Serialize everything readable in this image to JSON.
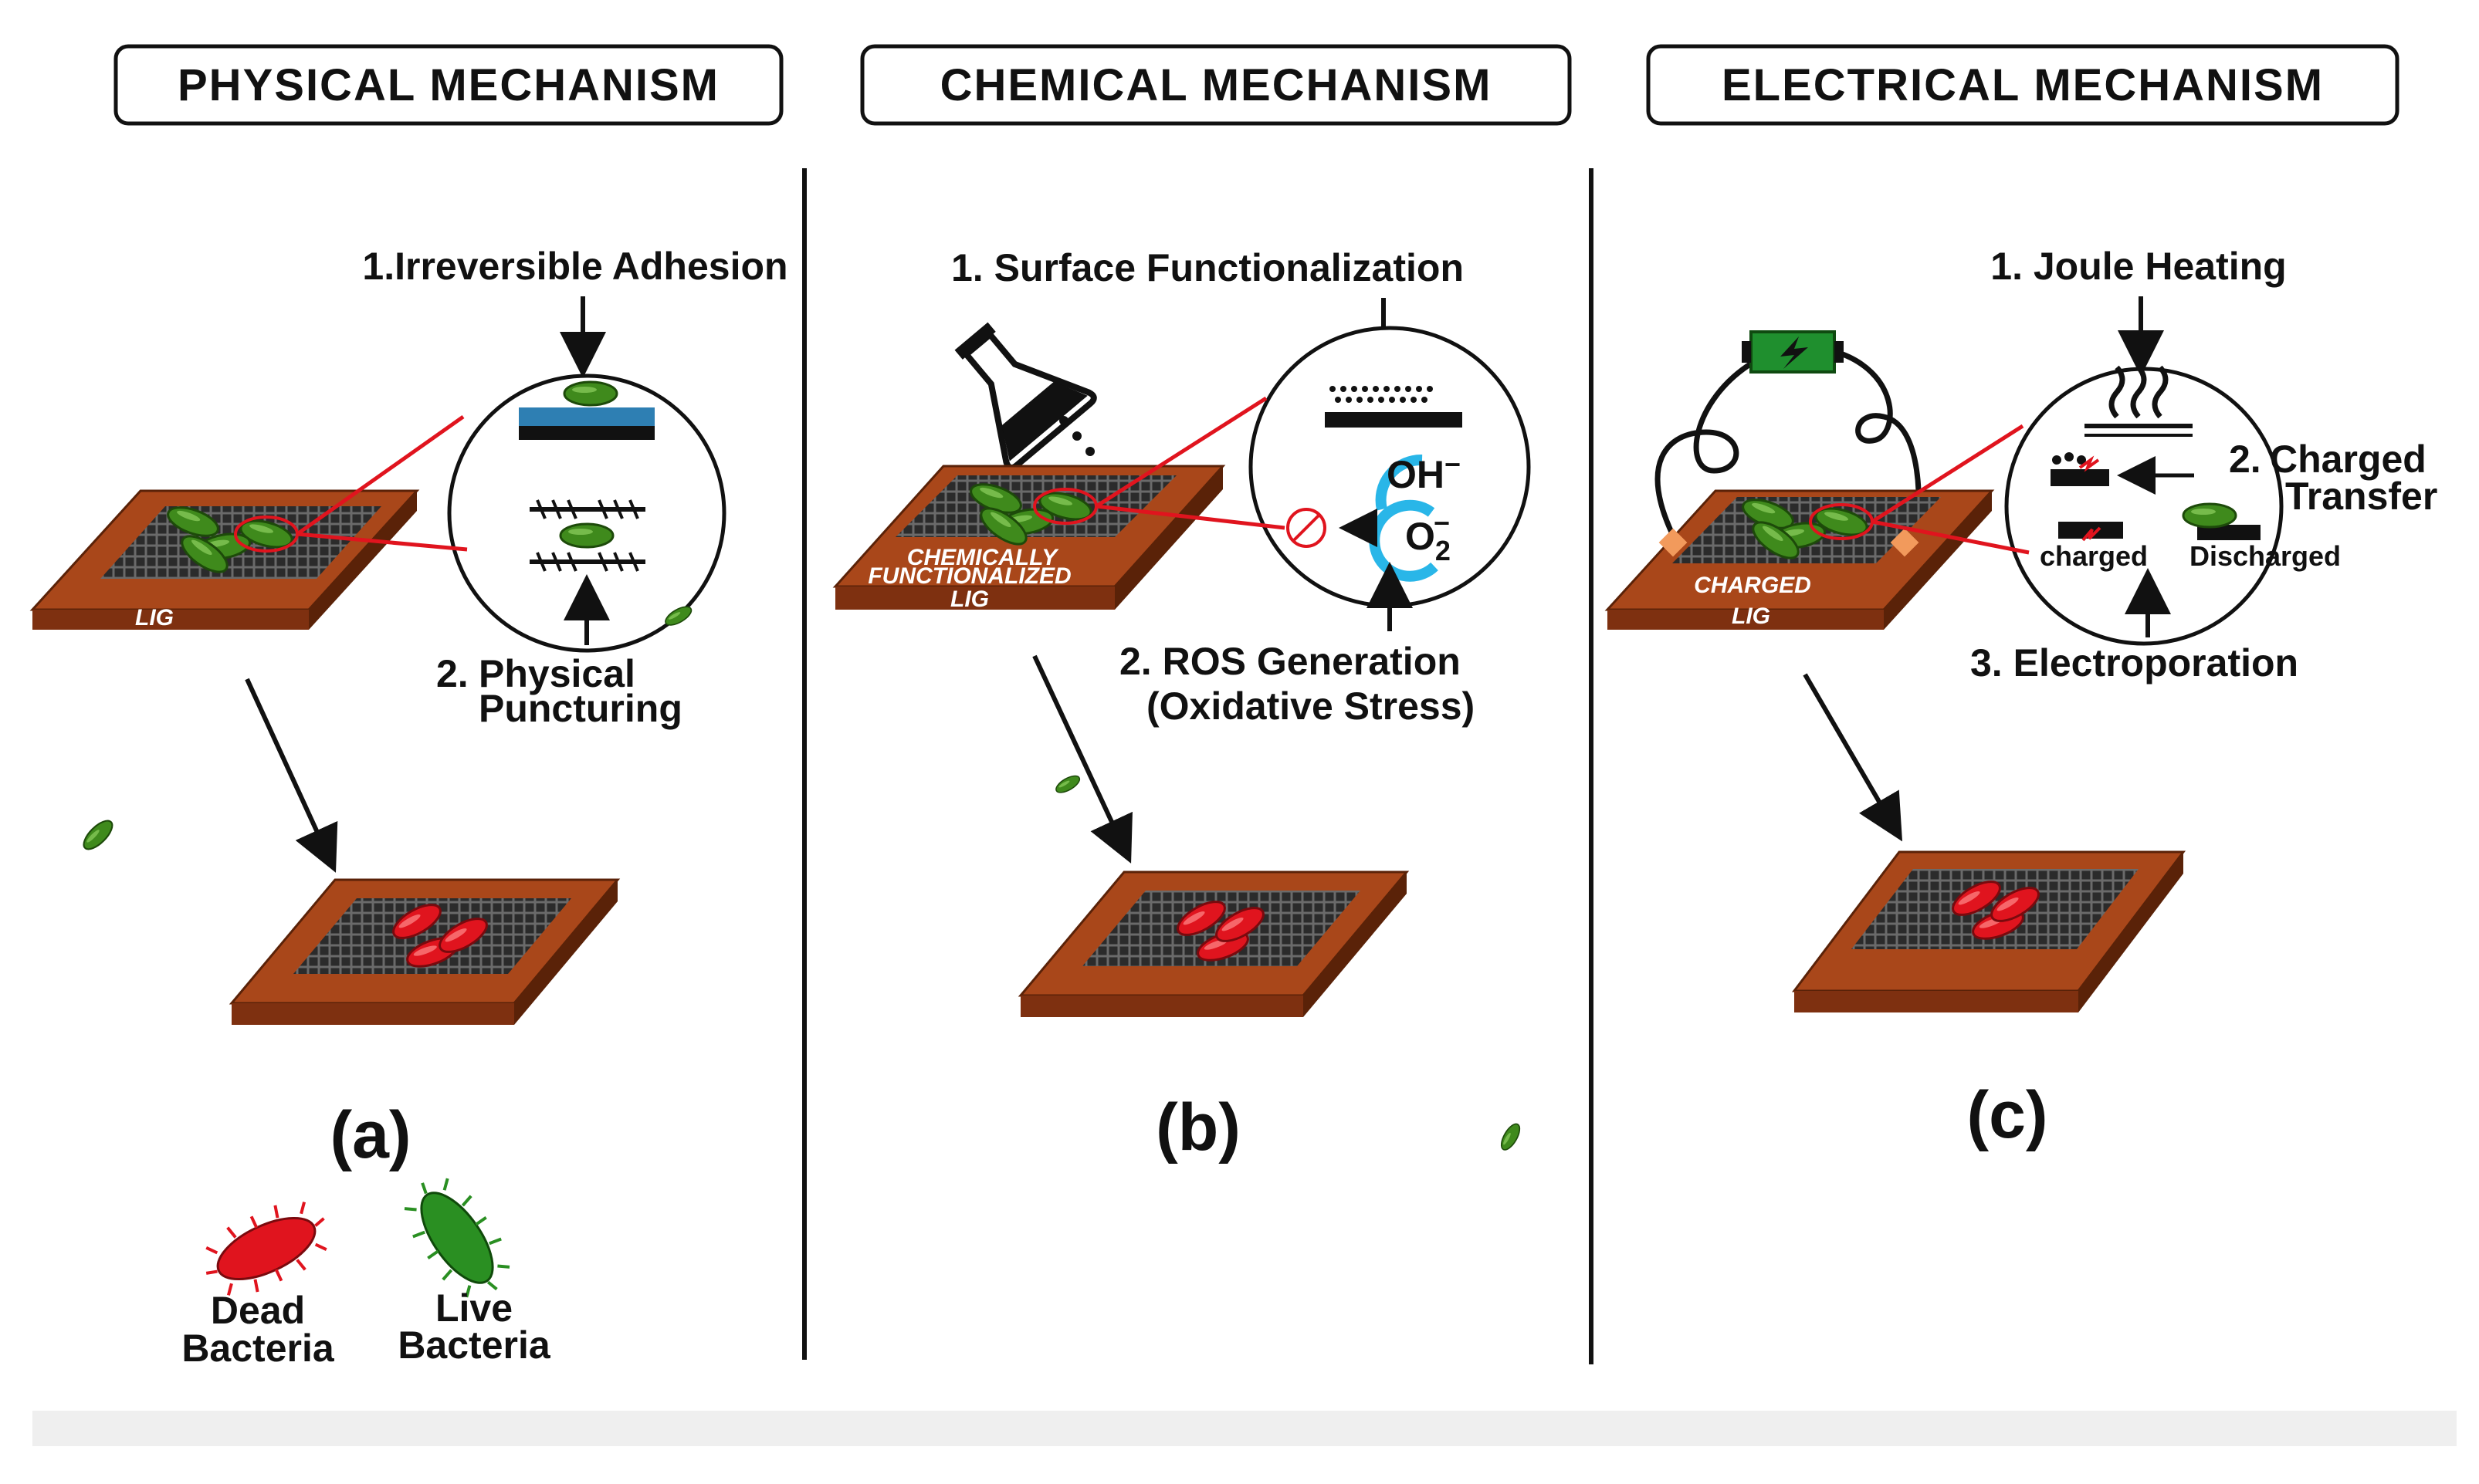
{
  "panels": [
    {
      "header": "PHYSICAL MECHANISM",
      "steps": [
        "1.Irreversible Adhesion",
        "2.",
        "Physical",
        "Puncturing"
      ],
      "surface": [
        "LIG"
      ],
      "letter": "(a)"
    },
    {
      "header": "CHEMICAL MECHANISM",
      "steps": [
        "1. Surface Functionalization",
        "2. ROS Generation",
        "(Oxidative Stress)"
      ],
      "species": {
        "oh": "OH",
        "oh_sup": "−",
        "o2": "O",
        "o2_sub": "2",
        "o2_sup": "−"
      },
      "surface": [
        "CHEMICALLY",
        "FUNCTIONALIZED",
        "LIG"
      ],
      "letter": "(b)"
    },
    {
      "header": "ELECTRICAL MECHANISM",
      "steps": [
        "1. Joule Heating",
        "2.",
        "Charged",
        "Transfer",
        "3. Electroporation"
      ],
      "states": [
        "charged",
        "Discharged"
      ],
      "surface": [
        "CHARGED",
        "LIG"
      ],
      "letter": "(c)"
    }
  ],
  "legend": {
    "dead": [
      "Dead",
      "Bacteria"
    ],
    "live": [
      "Live",
      "Bacteria"
    ]
  },
  "colors": {
    "surface_top": "#a9471a",
    "surface_side": "#7e3010",
    "mesh": "#3a3a3a",
    "live_bacteria": "#3f8a1c",
    "dead_bacteria": "#e0141e",
    "zoom_line": "#e0141e",
    "ros_arrow": "#29b6e8",
    "battery": "#1f8f2e",
    "contact": "#f29a5c",
    "footer_bar": "#efefef"
  }
}
